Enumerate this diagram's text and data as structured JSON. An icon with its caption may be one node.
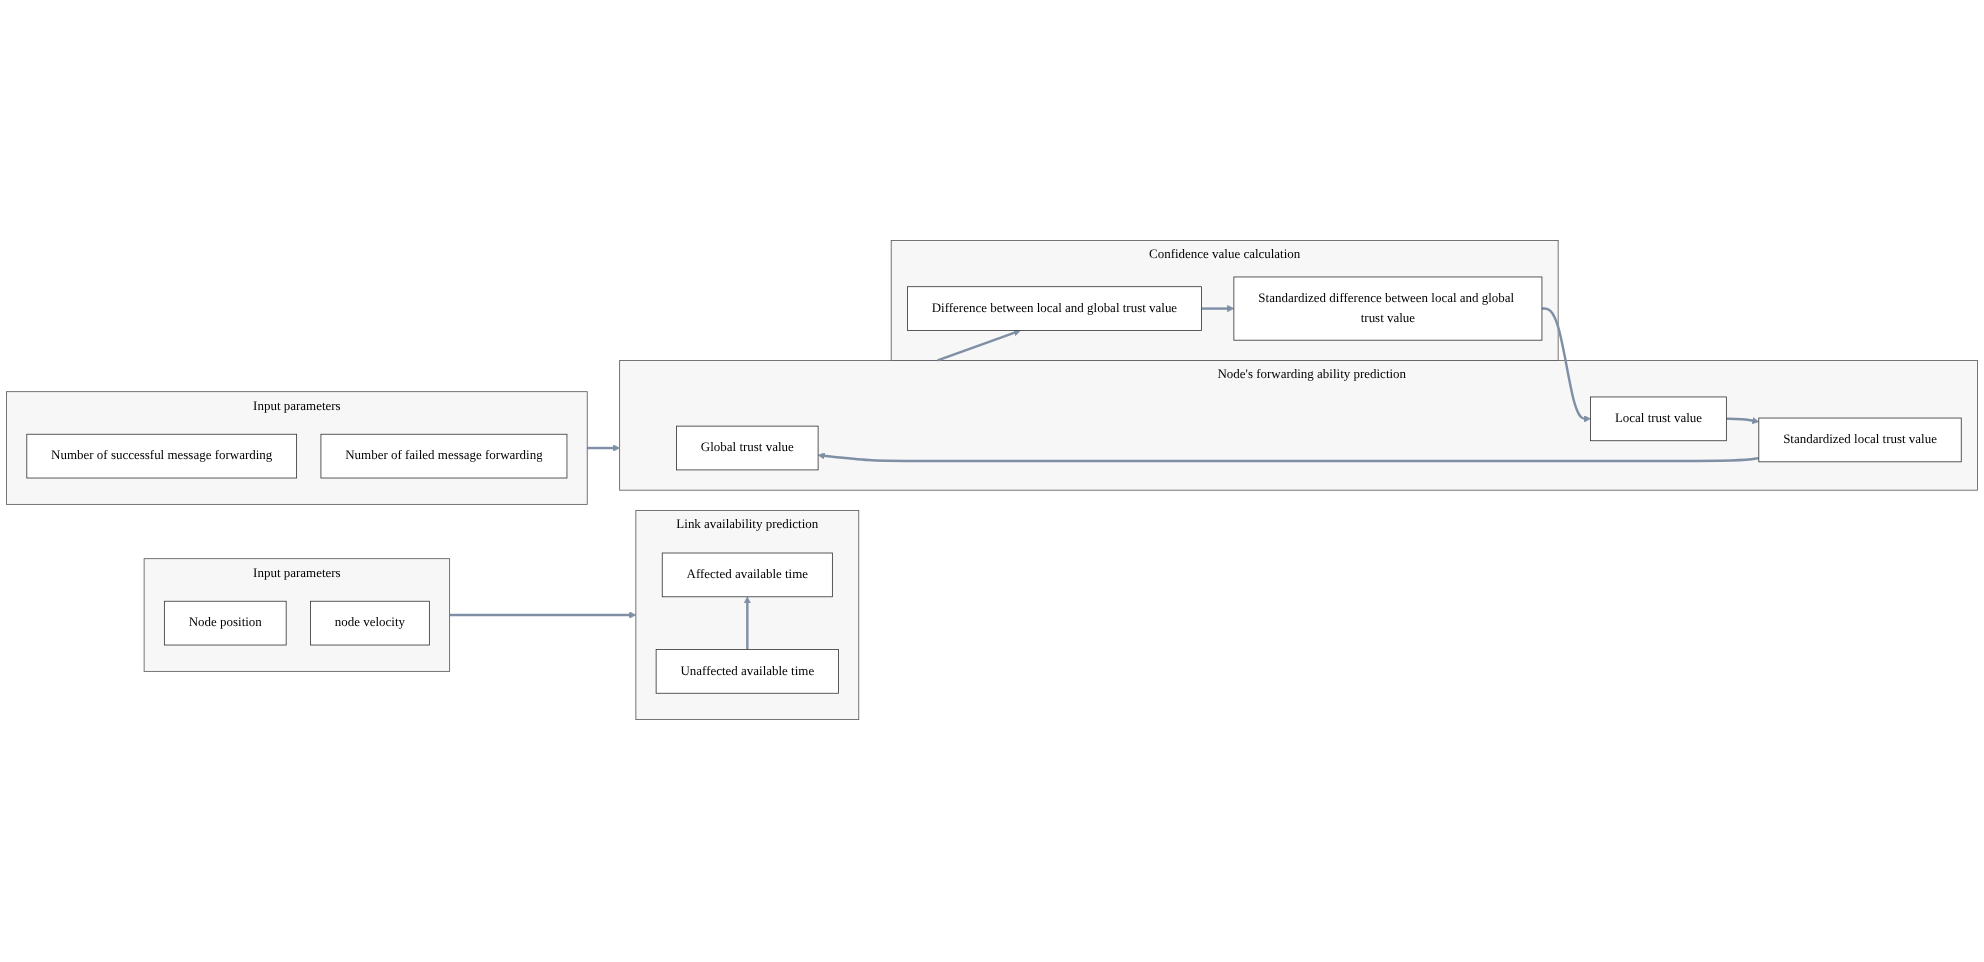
{
  "diagram": {
    "nodes": [
      {
        "text": [
          "Link availability prediction"
        ]
      },
      {
        "text": [
          "Affected available time"
        ],
        "in": 0
      },
      {
        "text": [
          "Unaffected available time"
        ],
        "in": 0
      },
      {
        "text": [
          "Input parameters"
        ]
      },
      {
        "text": [
          "Node position"
        ],
        "in": 3
      },
      {
        "text": [
          "node velocity"
        ],
        "in": 3
      },
      {
        "text": [
          "Node's forwarding ability prediction"
        ]
      },
      {
        "text": [
          "Global trust value"
        ],
        "in": 6
      },
      {
        "text": [
          "Standardized local trust value"
        ],
        "in": 6
      },
      {
        "text": [
          "Local trust value"
        ],
        "in": 6
      },
      {
        "text": [
          "Confidence value calculation"
        ]
      },
      {
        "text": [
          "Difference between local and global trust value"
        ],
        "in": 10
      },
      {
        "text": [
          "Standardized difference between local and global trust value"
        ],
        "in": 10
      },
      {
        "text": [
          "Input parameters"
        ]
      },
      {
        "text": [
          "Number of successful message forwarding"
        ],
        "in": 13
      },
      {
        "text": [
          "Number of failed message forwarding"
        ],
        "in": 13
      }
    ],
    "edges": [
      {
        "from": 2,
        "to": 1,
        "arrow": "to"
      },
      {
        "from": 3,
        "to": 0,
        "arrow": "to"
      },
      {
        "from": 9,
        "to": 8,
        "arrow": "to"
      },
      {
        "from": 8,
        "to": 7,
        "arrow": "to"
      },
      {
        "from": 6,
        "to": 11,
        "arrow": "to"
      },
      {
        "from": 11,
        "to": 12,
        "arrow": "to"
      },
      {
        "from": 12,
        "to": 9,
        "arrow": "to"
      },
      {
        "from": 13,
        "to": 6,
        "arrow": "to"
      }
    ]
  }
}
